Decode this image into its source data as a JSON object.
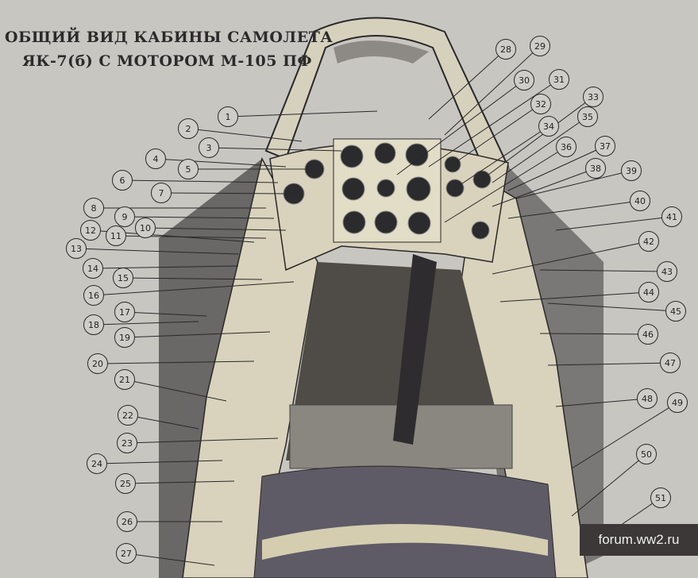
{
  "title": {
    "line1": "ОБЩИЙ ВИД КАБИНЫ САМОЛЕТА",
    "line2": "ЯК-7(б) С МОТОРОМ М-105 ПФ"
  },
  "callouts": [
    "1",
    "2",
    "3",
    "4",
    "5",
    "6",
    "7",
    "8",
    "9",
    "10",
    "11",
    "12",
    "13",
    "14",
    "15",
    "16",
    "17",
    "18",
    "19",
    "20",
    "21",
    "22",
    "23",
    "24",
    "25",
    "26",
    "27",
    "28",
    "29",
    "30",
    "31",
    "32",
    "33",
    "34",
    "35",
    "36",
    "37",
    "38",
    "39",
    "40",
    "41",
    "42",
    "43",
    "44",
    "45",
    "46",
    "47",
    "48",
    "49",
    "50",
    "51"
  ],
  "watermark": "forum.ww2.ru",
  "colors": {
    "background": "#c8c6c1",
    "cream": "#d9d3bd",
    "dark": "#3f3d40",
    "floor": "#5a5750",
    "seat": "#5e5b66"
  }
}
